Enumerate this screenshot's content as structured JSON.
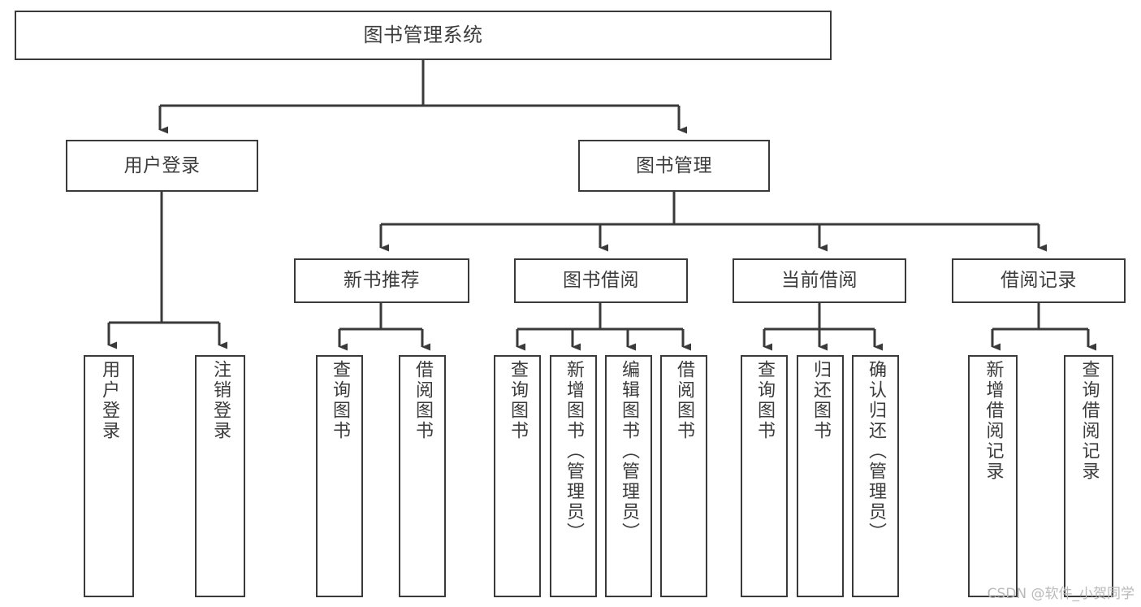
{
  "diagram": {
    "title": "图书管理系统",
    "type": "tree-hierarchy",
    "watermark": "CSDN @软件_小贺同学",
    "colors": {
      "border": "#3a3a3a",
      "text": "#3c3c3c",
      "background": "#ffffff",
      "watermark": "#b9b9b9"
    },
    "root": {
      "label": "图书管理系统"
    },
    "level2": [
      {
        "label": "用户登录"
      },
      {
        "label": "图书管理"
      }
    ],
    "level3": [
      {
        "label": "新书推荐"
      },
      {
        "label": "图书借阅"
      },
      {
        "label": "当前借阅"
      },
      {
        "label": "借阅记录"
      }
    ],
    "leaves": {
      "user_login": [
        {
          "label": "用户登录"
        },
        {
          "label": "注销登录"
        }
      ],
      "new_book": [
        {
          "label": "查询图书"
        },
        {
          "label": "借阅图书"
        }
      ],
      "book_borrow": [
        {
          "label": "查询图书"
        },
        {
          "label": "新增图书（管理员）"
        },
        {
          "label": "编辑图书（管理员）"
        },
        {
          "label": "借阅图书"
        }
      ],
      "current_borrow": [
        {
          "label": "查询图书"
        },
        {
          "label": "归还图书"
        },
        {
          "label": "确认归还（管理员）"
        }
      ],
      "borrow_record": [
        {
          "label": "新增借阅记录"
        },
        {
          "label": "查询借阅记录"
        }
      ]
    }
  }
}
